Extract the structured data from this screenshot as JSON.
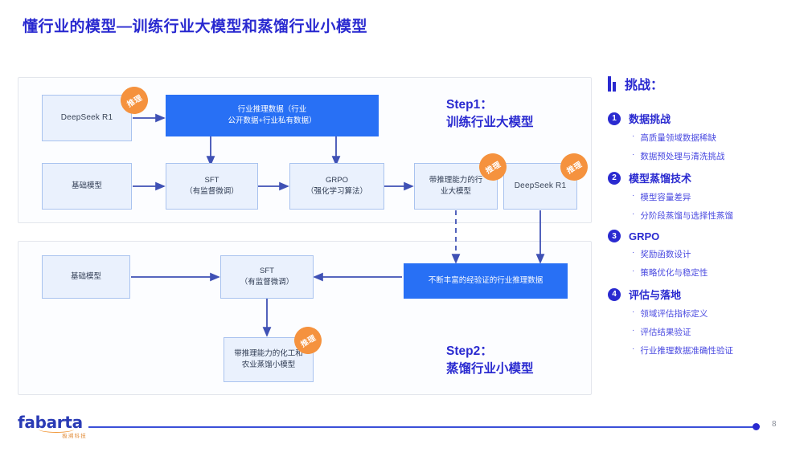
{
  "slide": {
    "title": "懂行业的模型—训练行业大模型和蒸馏行业小模型",
    "page_number": "8",
    "accent_blue": "#2870f5",
    "accent_indigo": "#2a2ad0",
    "accent_orange": "#f5923e",
    "node_fill": "#eaf1fd",
    "node_border": "#a9c3ef"
  },
  "step1": {
    "caption_line1": "Step1：",
    "caption_line2": "训练行业大模型",
    "nodes": {
      "deepseek_r1": "DeepSeek R1",
      "industry_data_l1": "行业推理数据（行业",
      "industry_data_l2": "公开数据+行业私有数据）",
      "base_model": "基础模型",
      "sft_l1": "SFT",
      "sft_l2": "（有监督微调）",
      "grpo_l1": "GRPO",
      "grpo_l2": "（强化学习算法）",
      "big_model_l1": "带推理能力的行",
      "big_model_l2": "业大模型",
      "deepseek_r1_2": "DeepSeek R1"
    },
    "badges": [
      "推理",
      "推理",
      "推理"
    ]
  },
  "step2": {
    "caption_line1": "Step2：",
    "caption_line2": "蒸馏行业小模型",
    "nodes": {
      "base_model": "基础模型",
      "sft_l1": "SFT",
      "sft_l2": "（有监督微调）",
      "verified_data": "不断丰富的经验证的行业推理数据",
      "small_model_l1": "带推理能力的化工和",
      "small_model_l2": "农业蒸馏小模型"
    },
    "badges": [
      "推理"
    ]
  },
  "challenges": {
    "heading": "挑战：",
    "items": [
      {
        "num": "1",
        "title": "数据挑战",
        "subs": [
          "高质量领域数据稀缺",
          "数据预处理与清洗挑战"
        ]
      },
      {
        "num": "2",
        "title": "模型蒸馏技术",
        "subs": [
          "模型容量差异",
          "分阶段蒸馏与选择性蒸馏"
        ]
      },
      {
        "num": "3",
        "title": "GRPO",
        "subs": [
          "奖励函数设计",
          "策略优化与稳定性"
        ]
      },
      {
        "num": "4",
        "title": "评估与落地",
        "subs": [
          "领域评估指标定义",
          "评估结果验证",
          "行业推理数据准确性验证"
        ]
      }
    ]
  },
  "footer": {
    "logo_word": "fabarta",
    "logo_sub": "极溯科技"
  }
}
